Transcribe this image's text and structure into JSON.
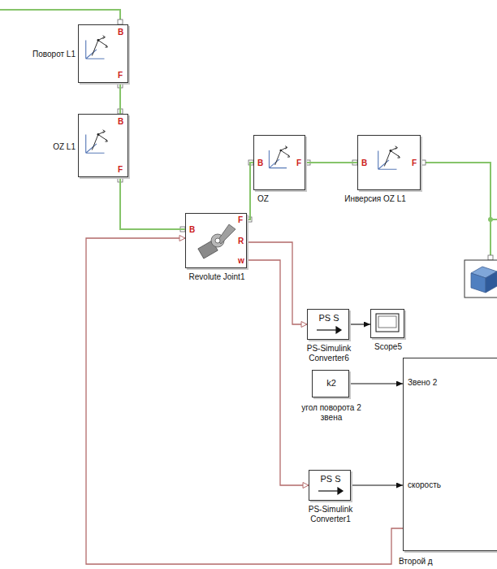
{
  "diagram": {
    "nodes": [
      {
        "text": [
          "Поворот L1",
          "B",
          "F"
        ]
      },
      {
        "text": [
          "OZ L1",
          "B",
          "F"
        ]
      },
      {
        "text": [
          "Revolute Joint1",
          "B",
          "F",
          "R",
          "w"
        ]
      },
      {
        "text": [
          "OZ",
          "B",
          "F"
        ]
      },
      {
        "text": [
          "Инверсия OZ L1",
          "B",
          "F"
        ]
      },
      {
        "text": [
          "PS-Simulink Converter6",
          "PS S"
        ]
      },
      {
        "text": [
          "Scope5"
        ]
      },
      {
        "text": [
          "k2",
          "угол поворота 2 звена"
        ]
      },
      {
        "text": [
          "Звено 2",
          "скорость",
          "Второй д"
        ]
      },
      {
        "text": [
          "PS-Simulink Converter1",
          "PS S"
        ]
      }
    ],
    "edges": [
      {
        "from": 0,
        "to": 1,
        "arrow": "none"
      },
      {
        "from": 1,
        "to": 2,
        "arrow": "none"
      },
      {
        "from": 2,
        "to": 3,
        "arrow": "none"
      },
      {
        "from": 3,
        "to": 4,
        "arrow": "none"
      },
      {
        "from": 2,
        "to": 5,
        "arrow": "to"
      },
      {
        "from": 5,
        "to": 6,
        "arrow": "to"
      },
      {
        "from": 7,
        "to": 8,
        "arrow": "to"
      },
      {
        "from": 2,
        "to": 9,
        "arrow": "to"
      },
      {
        "from": 9,
        "to": 8,
        "arrow": "to"
      },
      {
        "from": 8,
        "to": 2,
        "arrow": "to"
      }
    ]
  }
}
